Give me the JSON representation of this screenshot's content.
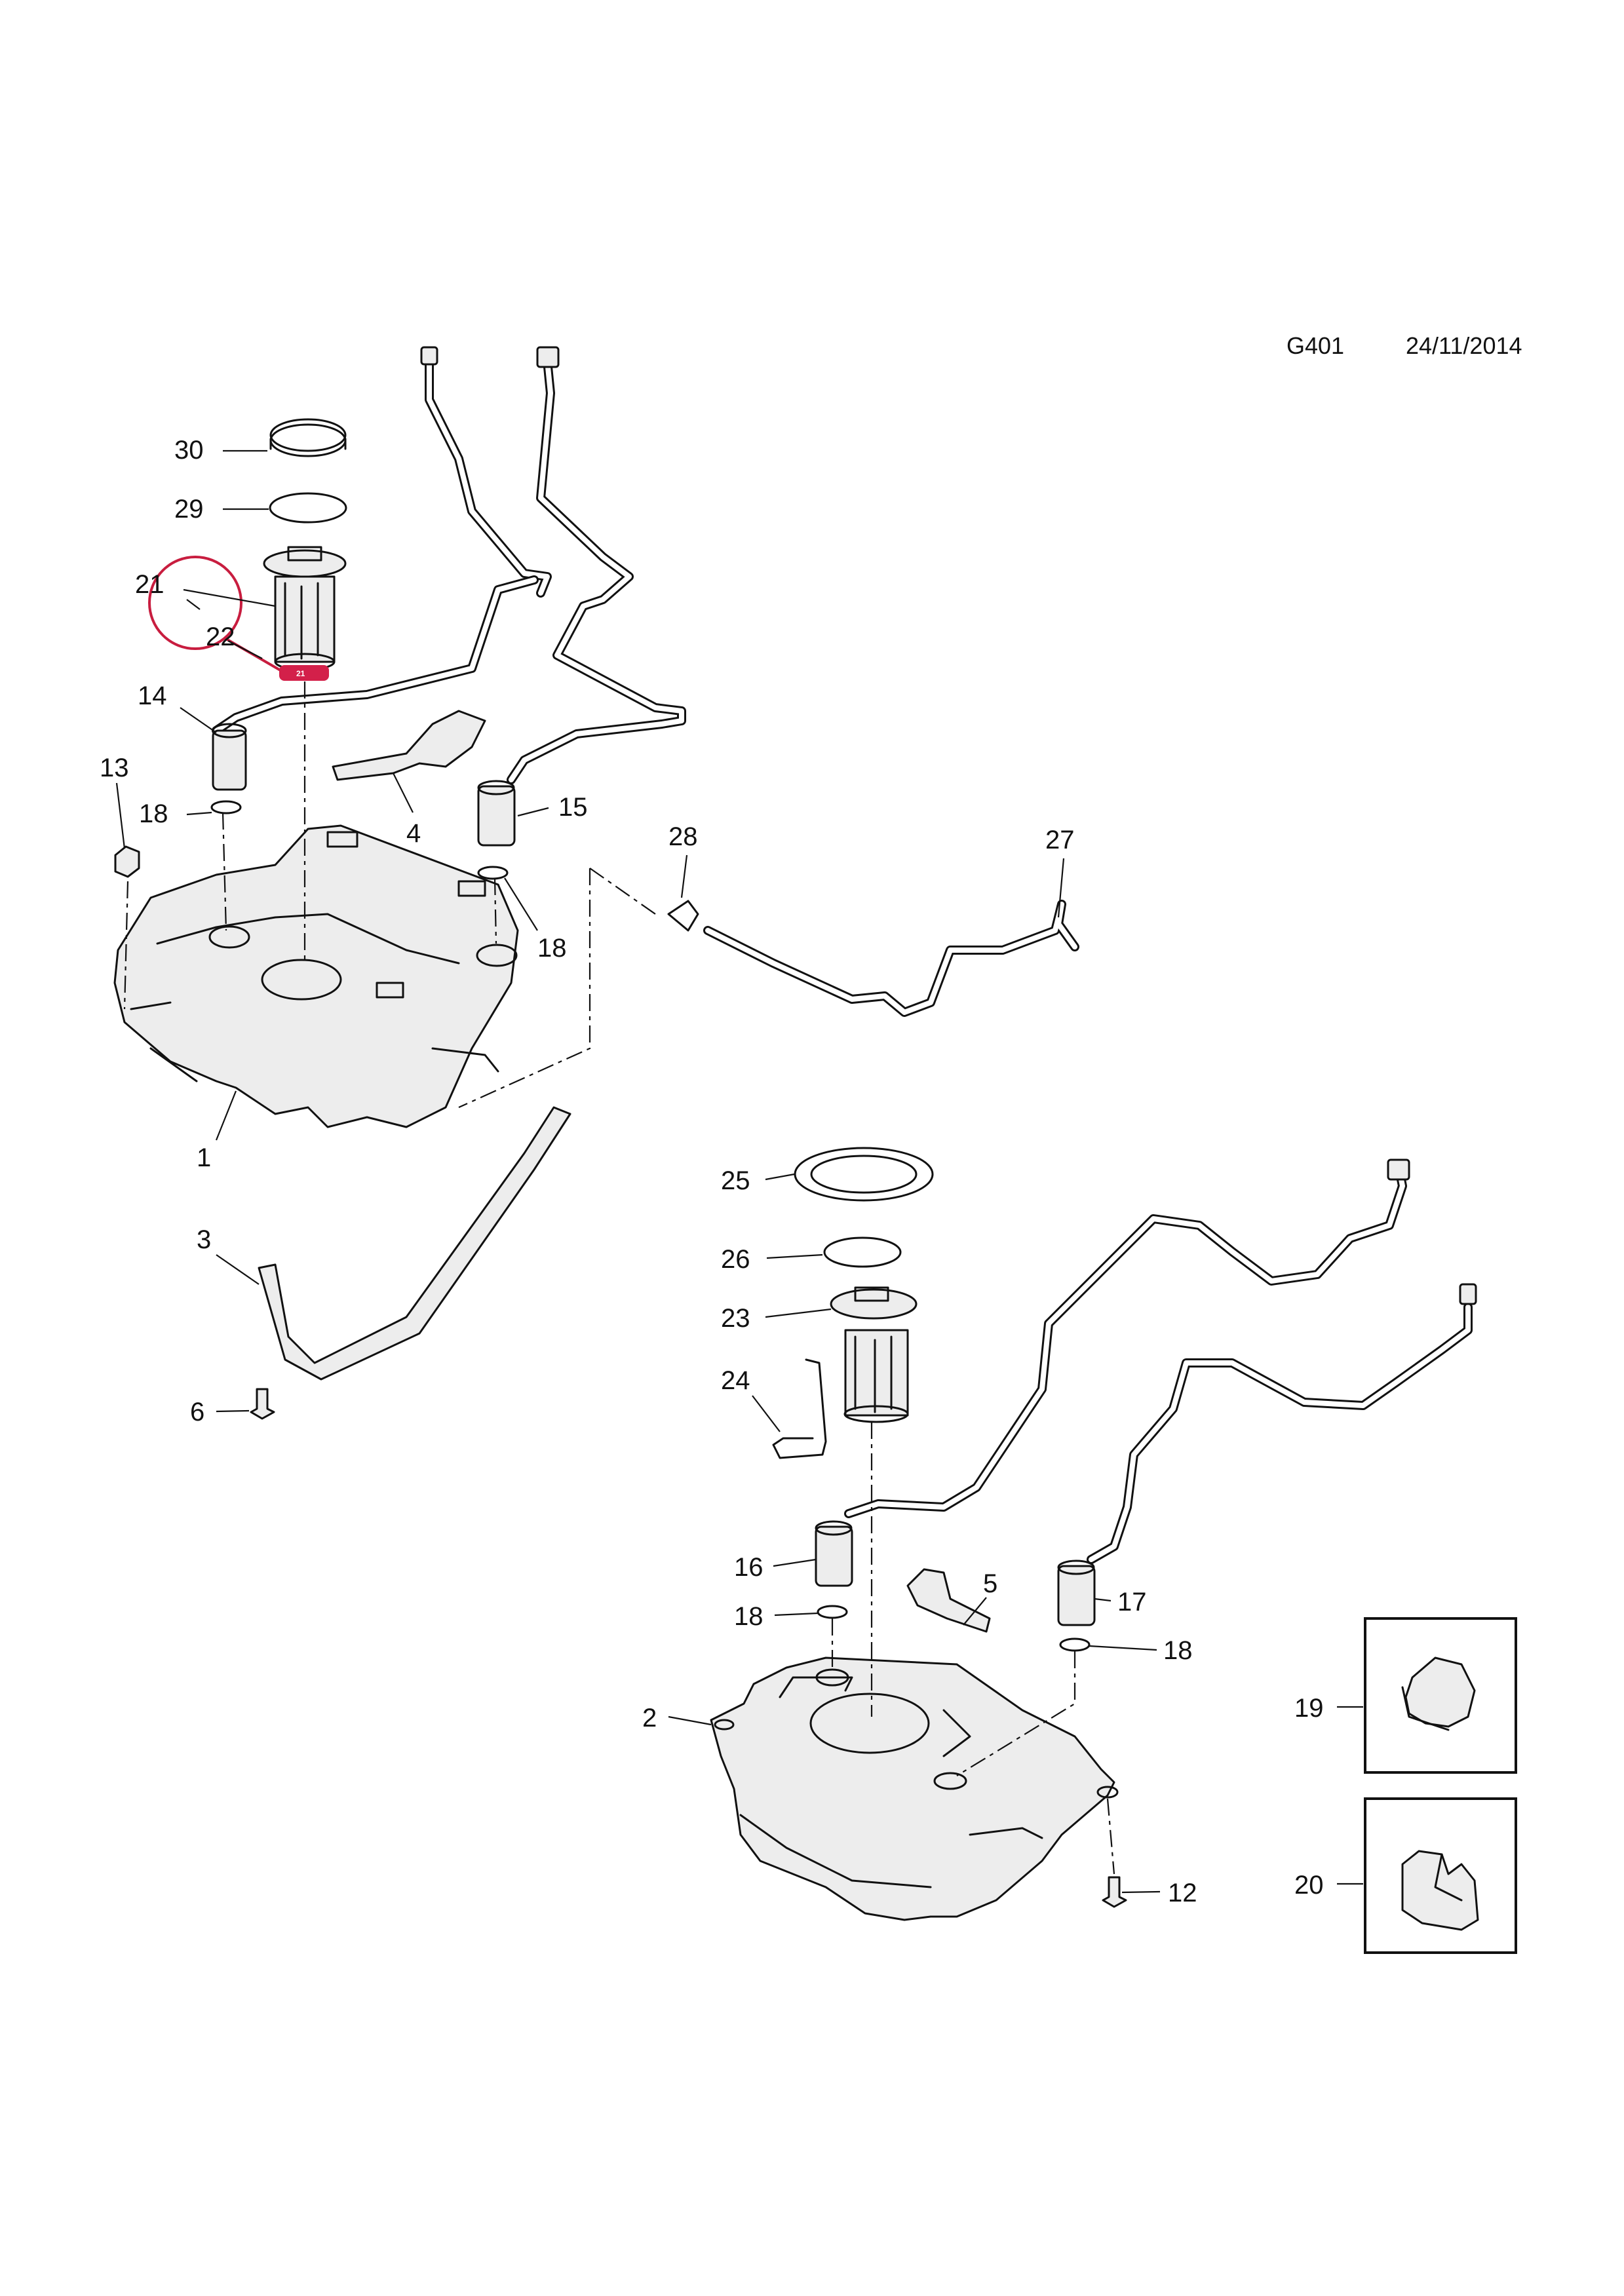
{
  "header": {
    "code": "G401",
    "date": "24/11/2014"
  },
  "callouts": {
    "c1": "1",
    "c2": "2",
    "c3": "3",
    "c4": "4",
    "c5": "5",
    "c6": "6",
    "c12": "12",
    "c13": "13",
    "c14": "14",
    "c15": "15",
    "c16": "16",
    "c17": "17",
    "c18a": "18",
    "c18b": "18",
    "c18c": "18",
    "c18d": "18",
    "c19": "19",
    "c20": "20",
    "c21": "21",
    "c22": "22",
    "c23": "23",
    "c24": "24",
    "c25": "25",
    "c26": "26",
    "c27": "27",
    "c28": "28",
    "c29": "29",
    "c30": "30"
  },
  "highlight": {
    "badge": "21",
    "color": "#d3204a"
  }
}
